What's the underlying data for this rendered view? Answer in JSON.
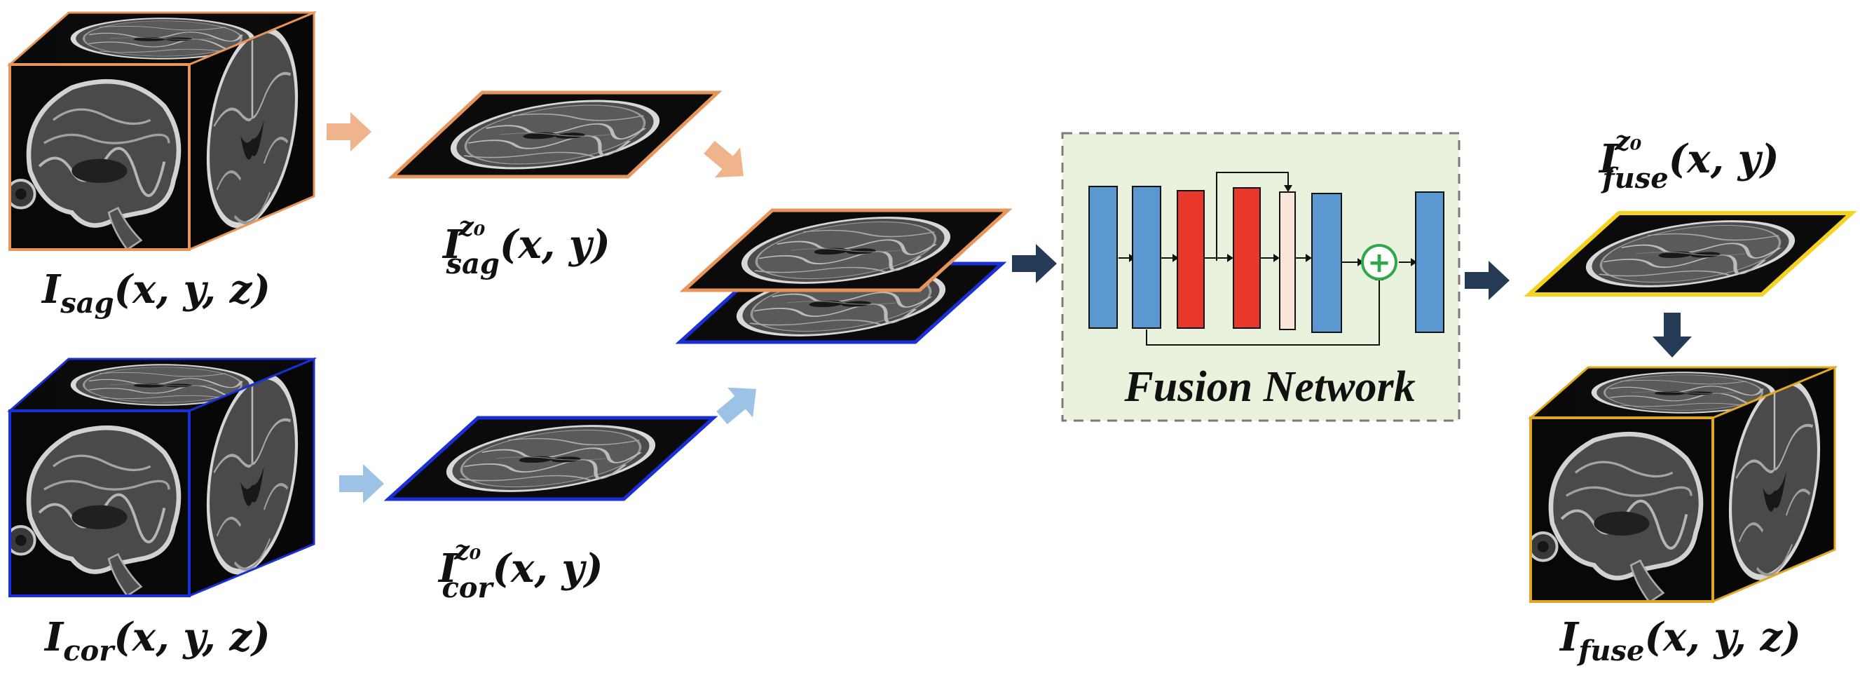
{
  "labels": {
    "sag_volume": {
      "base": "I",
      "sub": "sag",
      "args": "(x, y, z)"
    },
    "cor_volume": {
      "base": "I",
      "sub": "cor",
      "args": "(x, y, z)"
    },
    "sag_slice": {
      "base": "I",
      "sup": "z₀",
      "sub": "sag",
      "args": "(x, y)"
    },
    "cor_slice": {
      "base": "I",
      "sup": "z₀",
      "sub": "cor",
      "args": "(x, y)"
    },
    "fuse_slice": {
      "base": "I",
      "sup": "z₀",
      "sub": "fuse",
      "args": "(x, y)"
    },
    "fuse_volume": {
      "base": "I",
      "sub": "fuse",
      "args": "(x, y, z)"
    }
  },
  "fusion_network": {
    "title": "Fusion Network",
    "plus_symbol": "+"
  },
  "colors": {
    "sagittal_border": "#e8955a",
    "sagittal_arrow": "#f0b48c",
    "coronal_border": "#1a2fd6",
    "coronal_arrow": "#9cc2e6",
    "fused_border": "#f5d21e",
    "flow_arrow": "#243a55",
    "block_blue": "#5b97d1",
    "block_red": "#e8372b",
    "block_peach": "#fae6d8",
    "network_bg": "#e8f2dc",
    "network_border": "#7a7a7a",
    "plus_green": "#2ea84a"
  },
  "icons": [
    "brain-mri-cube",
    "brain-mri-slice",
    "arrow-right",
    "arrow-down",
    "plus-circle"
  ]
}
